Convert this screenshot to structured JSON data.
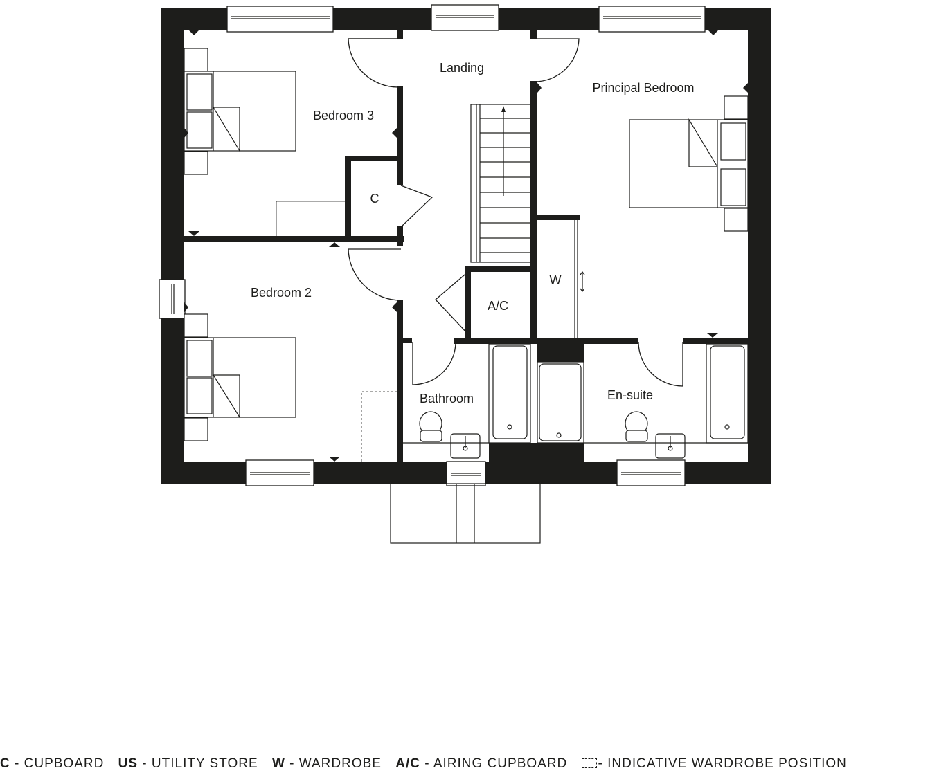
{
  "rooms": {
    "landing": "Landing",
    "bedroom3": "Bedroom 3",
    "principal_bedroom": "Principal Bedroom",
    "cupboard": "C",
    "bedroom2": "Bedroom 2",
    "airing_cupboard": "A/C",
    "wardrobe": "W",
    "bathroom": "Bathroom",
    "ensuite": "En-suite"
  },
  "legend": [
    {
      "code": "C",
      "sep": " - ",
      "text": "CUPBOARD"
    },
    {
      "code": "US",
      "sep": " - ",
      "text": "UTILITY STORE"
    },
    {
      "code": "W",
      "sep": " - ",
      "text": "WARDROBE"
    },
    {
      "code": "A/C",
      "sep": " - ",
      "text": "AIRING CUPBOARD"
    },
    {
      "code": "",
      "sep": "- ",
      "text": "INDICATIVE WARDROBE POSITION"
    }
  ],
  "colors": {
    "wall": "#1d1d1b",
    "line": "#1d1d1b",
    "background": "#ffffff"
  }
}
